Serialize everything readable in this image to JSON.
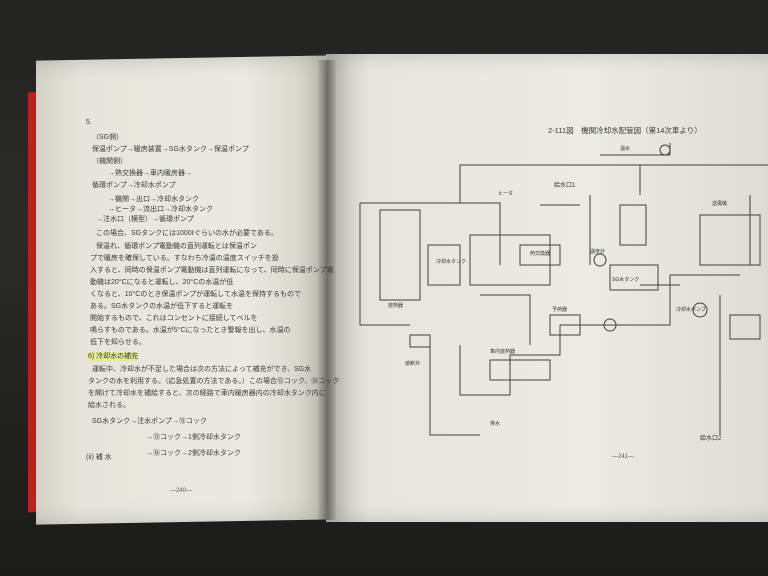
{
  "left_page": {
    "section": "5.",
    "lines": [
      "（SG側）",
      "保温ポンプ→暖房装置→SG水タンク→保温ポンプ",
      "（機関側）",
      "→熱交換器→車内暖房器→",
      "循環ポンプ→冷却水ポンプ",
      "→機関→出口→冷却水タンク",
      "→ヒータ→流出口→冷却水タンク",
      "→注水口（横型）→循環ポンプ",
      "この場合、SGタンクには1000ℓぐらいの水が必要である。",
      "保温れ、循環ポンプ電動機の直列運転とは保温ポン",
      "プで暖房を確保している。すなわち冷温の温度スイッチを投",
      "入すると、同時の保温ポンプ電動機は直列運転になって、同時に保温ポンプ電",
      "動機は20°Cになると運転し、20°Cの水温が低",
      "くなると、10°Cのとき保温ポンプが運転して水温を保持するもので",
      "ある。SG水タンクの水温が低下すると運転を",
      "開始するもので、これはコンセントに接続してベルを",
      "鳴らすものである。水温が5°Cになったとき警報を出し、水温の",
      "低下を知らせる。"
    ],
    "heading": "6) 冷却水の補充",
    "body2": [
      "運転中、冷却水が不足した場合は次の方法によって補充ができ、SG水",
      "タンクの水を利用する。（応急処置の方法である。）この場合⑬コック、⑭コック",
      "を開けて冷却水を補給すると、次の経路で車内暖房器内の冷却水タンク内に",
      "給水される。"
    ],
    "flow_a": "SG水タンク→注水ポンプ→⑬コック",
    "flow_b": "→⑬コック→1側冷却水タンク",
    "flow_c": "→⑭コック→2側冷却水タンク",
    "subhead": "(ii) 補 水",
    "page_number": "—240—"
  },
  "right_page": {
    "figure_title": "2-111図　機関冷却水配管図（第14次車より）",
    "labels": {
      "temp_switch": "温度計",
      "water_supply": "給水口1",
      "water_supply2": "給水口2",
      "heater": "ヒータ",
      "pre_heater": "予熱器",
      "cooling_tank": "冷却水タンク",
      "sg_tank": "SG水タンク",
      "pump": "冷却水ポンプ",
      "car_heater": "車内放熱器",
      "heat_ex": "熱交換器",
      "radiator": "放熱器",
      "fan": "送風機",
      "valve": "遮断弁",
      "hot": "温水",
      "drain": "排水"
    },
    "page_number": "—241—"
  }
}
